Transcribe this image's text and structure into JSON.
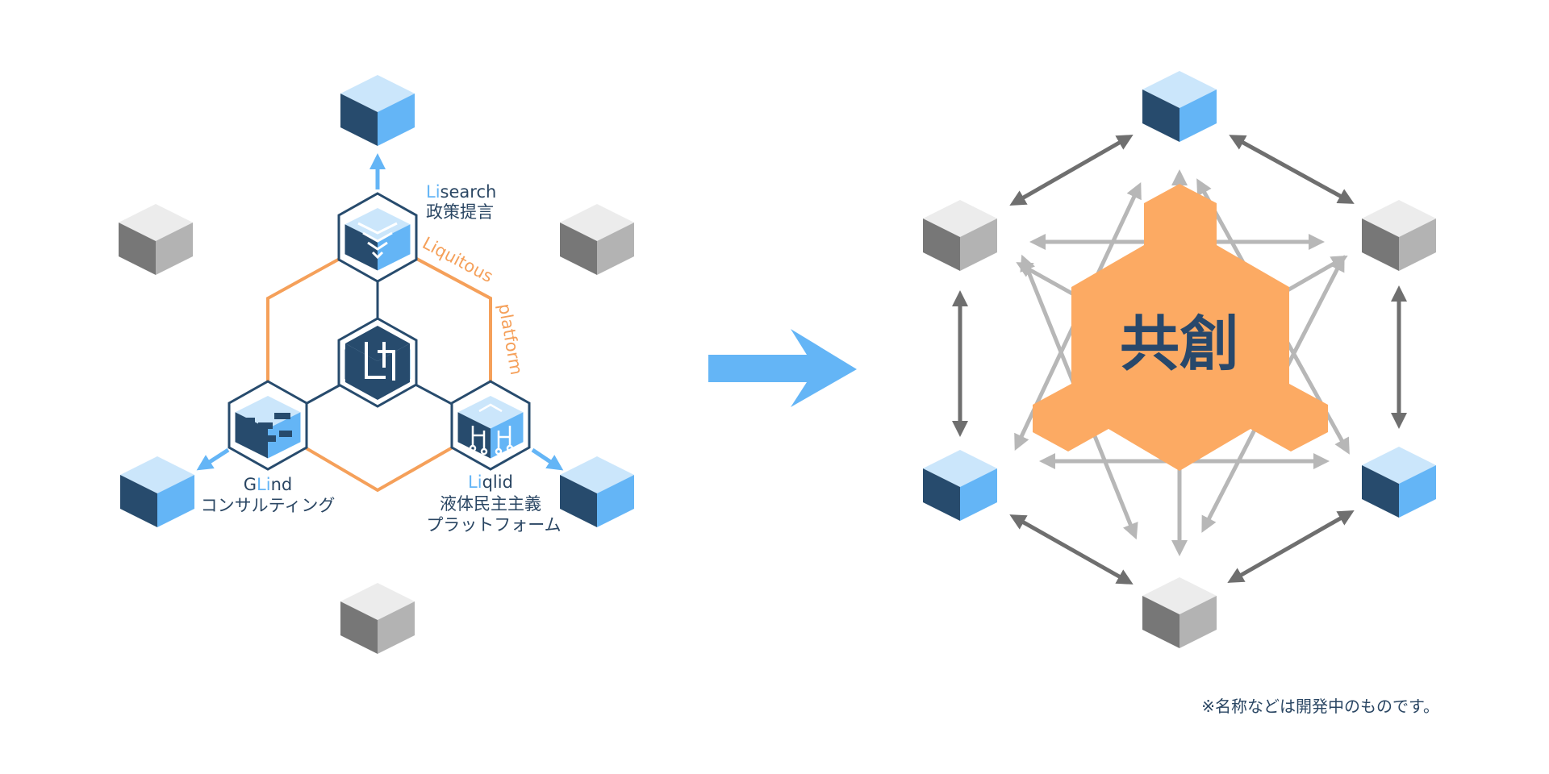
{
  "colors": {
    "accent_blue": "#64b5f6",
    "light_blue": "#cbe6fb",
    "dark_navy": "#274b6d",
    "grey_top": "#ececec",
    "grey_left": "#777777",
    "grey_right": "#b3b3b3",
    "orange": "#fcaa63",
    "arrow_dark": "#6f6f6f",
    "arrow_light": "#b7b7b7"
  },
  "left_diagram": {
    "lisearch": {
      "prefix": "Li",
      "suffix": "search",
      "subtitle": "政策提言",
      "icon": "stacked-layers-icon"
    },
    "glind": {
      "prefix_before": "G",
      "prefix": "Li",
      "suffix": "nd",
      "subtitle": "コンサルティング",
      "icon": "maze-icon"
    },
    "liqlid": {
      "prefix": "Li",
      "suffix": "qlid",
      "subtitle_line1": "液体民主主義",
      "subtitle_line2": "プラットフォーム",
      "icon": "circuit-icon"
    },
    "center_icon": "liquitous-logo-icon",
    "platform_label_1": "Liquitous",
    "platform_label_2": "platform"
  },
  "transition_arrow_icon": "right-arrow-icon",
  "right_diagram": {
    "center_label": "共創"
  },
  "footnote": "※名称などは開発中のものです。"
}
